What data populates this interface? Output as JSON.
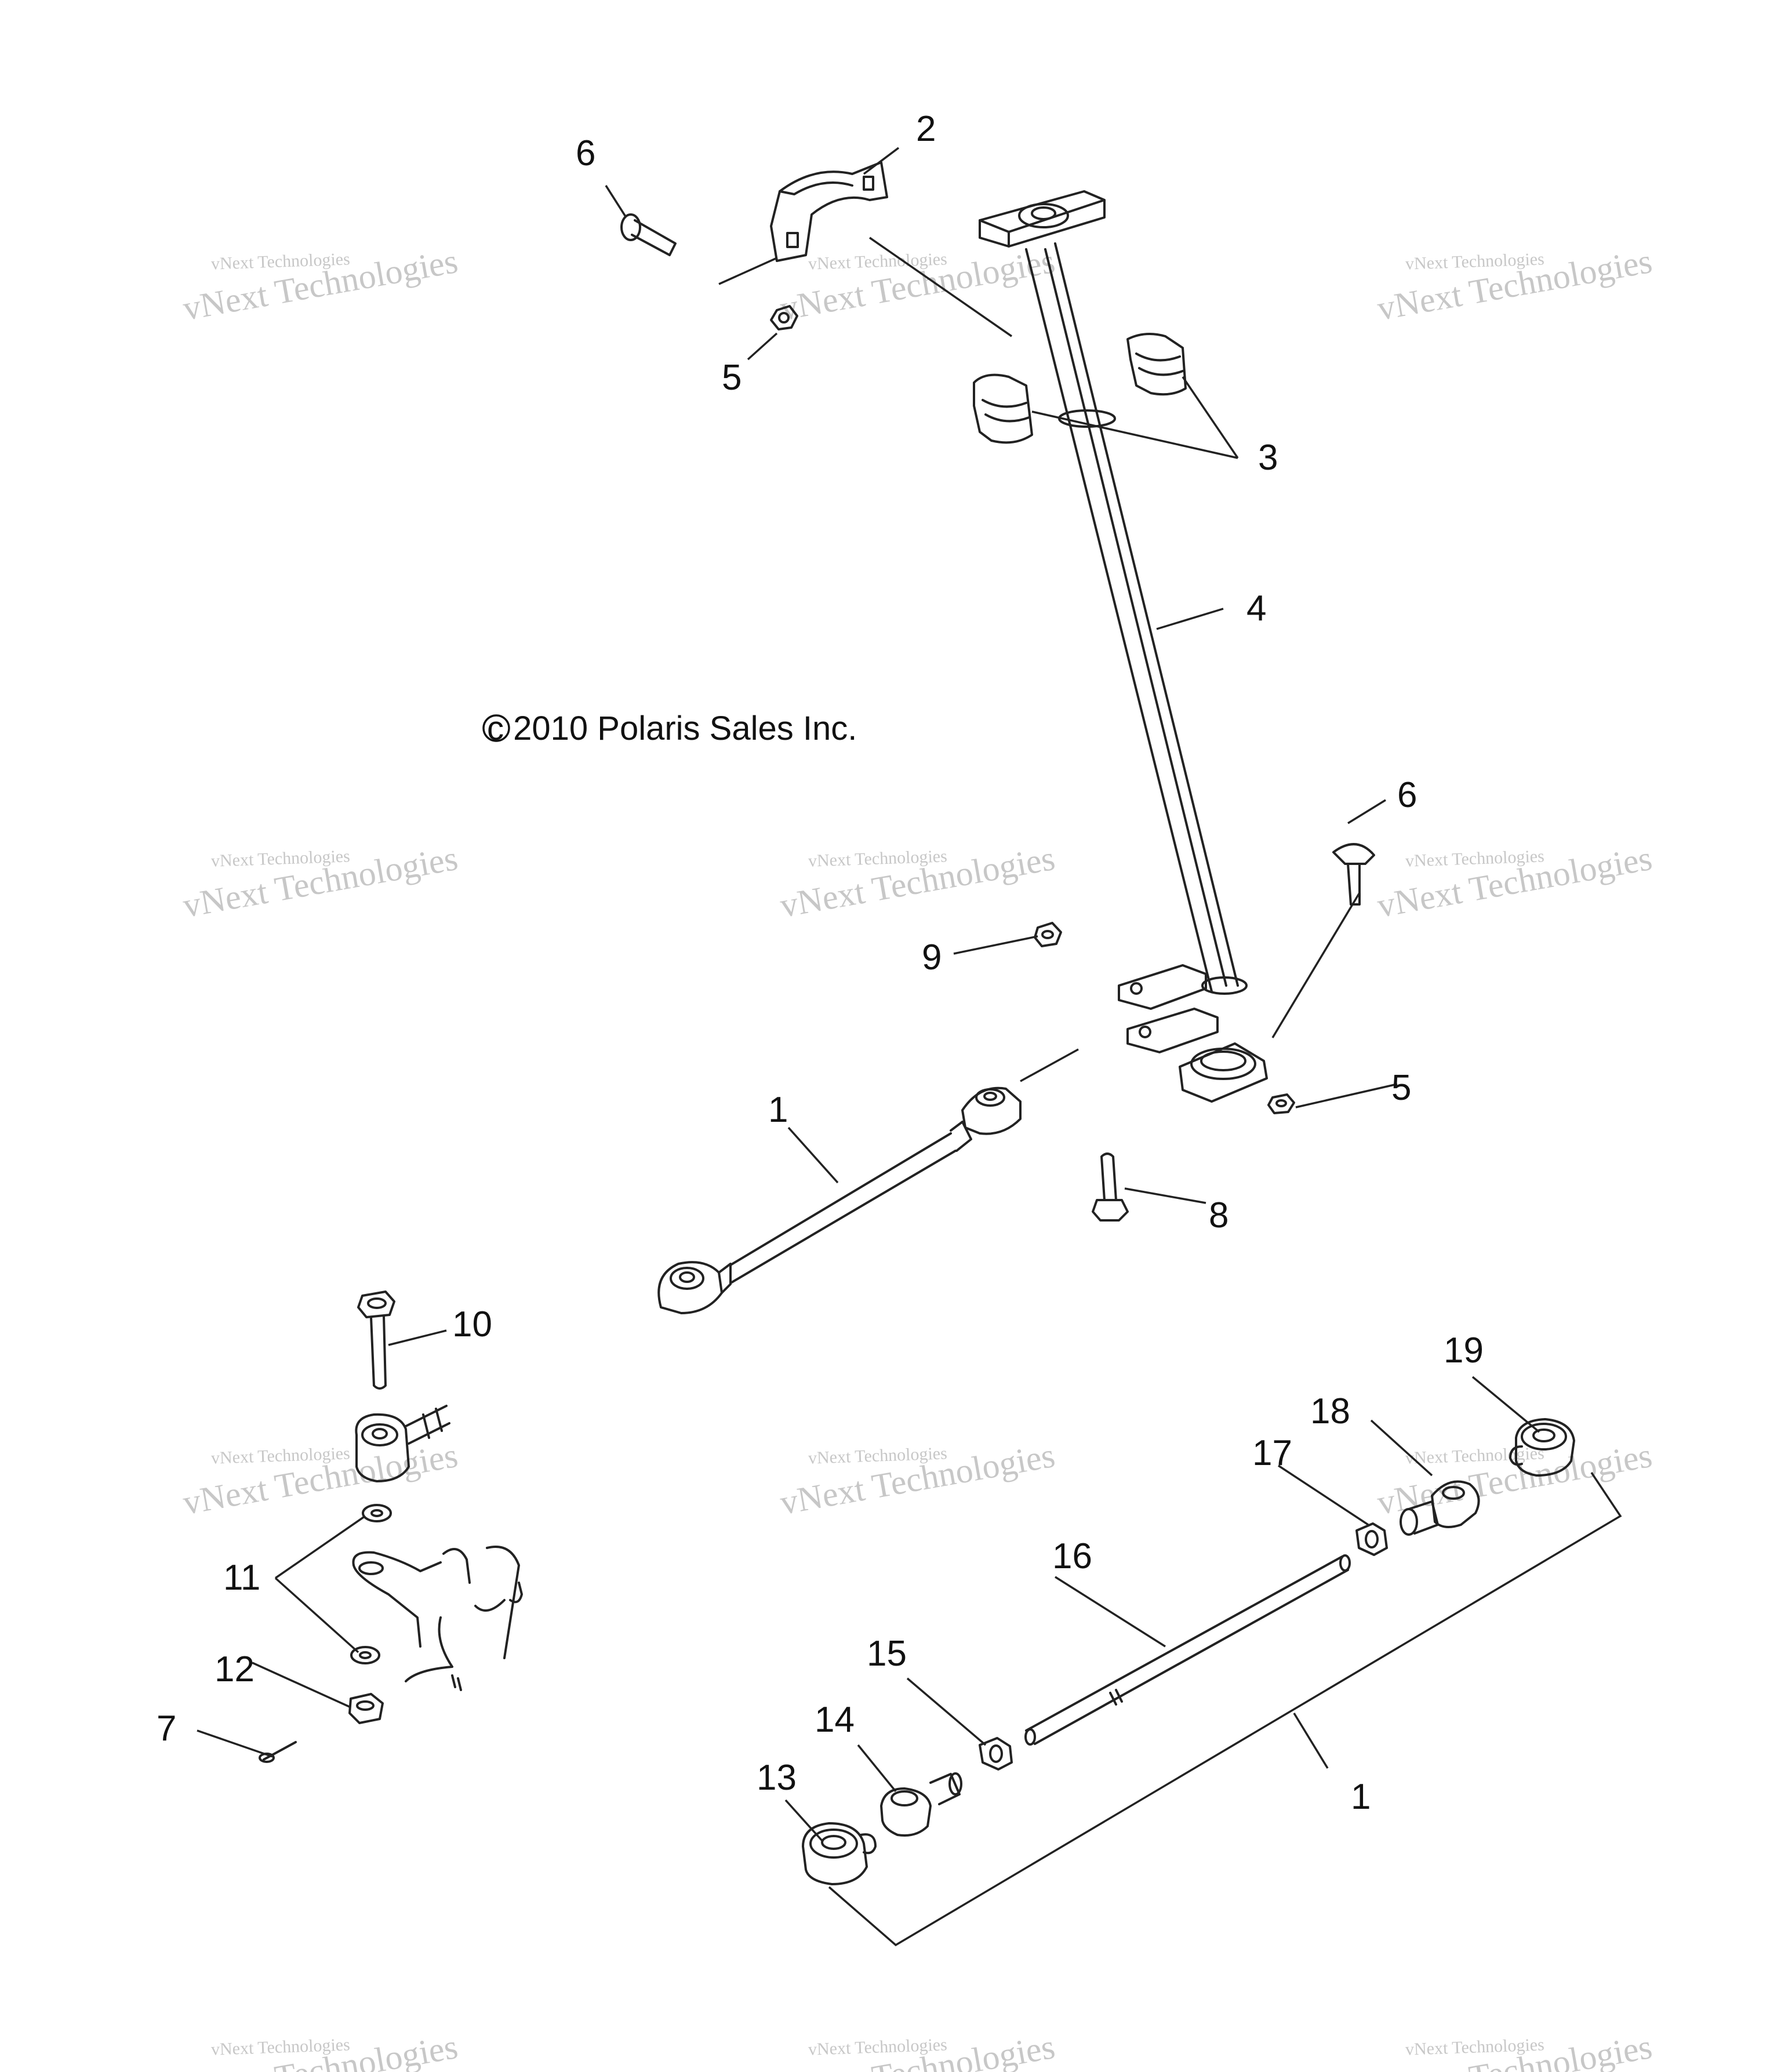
{
  "diagram": {
    "copyright": "c 2010 Polaris Sales Inc.",
    "watermark_small": "vNext Technologies",
    "watermark_big": "vNext Technologies",
    "callouts": [
      "6",
      "2",
      "5",
      "3",
      "4",
      "6",
      "9",
      "5",
      "1",
      "8",
      "10",
      "19",
      "18",
      "17",
      "16",
      "11",
      "15",
      "12",
      "7",
      "14",
      "13",
      "1"
    ]
  }
}
